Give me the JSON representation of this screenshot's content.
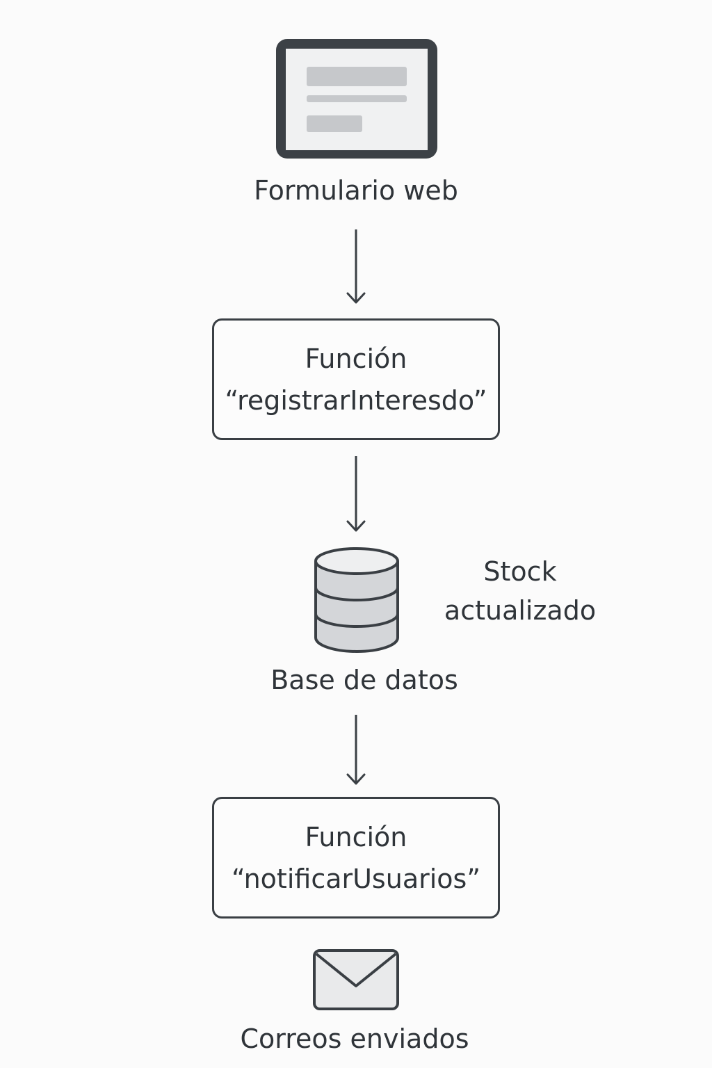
{
  "nodes": {
    "form": {
      "label": "Formulario web"
    },
    "register_function": {
      "line1": "Función",
      "line2": "“registrarInteresdo”"
    },
    "database": {
      "label": "Base de datos",
      "note_line1": "Stock",
      "note_line2": "actualizado"
    },
    "notify_function": {
      "line1": "Función",
      "line2": "“notificarUsuarios”"
    },
    "emails": {
      "label": "Correos enviados"
    }
  },
  "icons": {
    "form": "web-form-icon",
    "database": "database-icon",
    "emails": "envelope-icon"
  },
  "colors": {
    "stroke": "#3a3f44",
    "fill_light": "#eeeff0",
    "fill_gray": "#c7c9cc",
    "text": "#2f3439",
    "background": "#fbfbfb"
  }
}
